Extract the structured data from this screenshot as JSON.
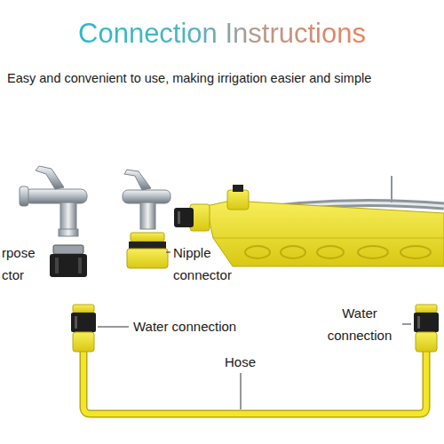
{
  "diagram": {
    "title": "Connection Instructions",
    "labels": [
      "Easy and convenient to use, making irrigation easier and simple",
      "rpose ctor",
      "Nipple connector",
      "Water connection",
      "Hose",
      "Water connection"
    ]
  }
}
